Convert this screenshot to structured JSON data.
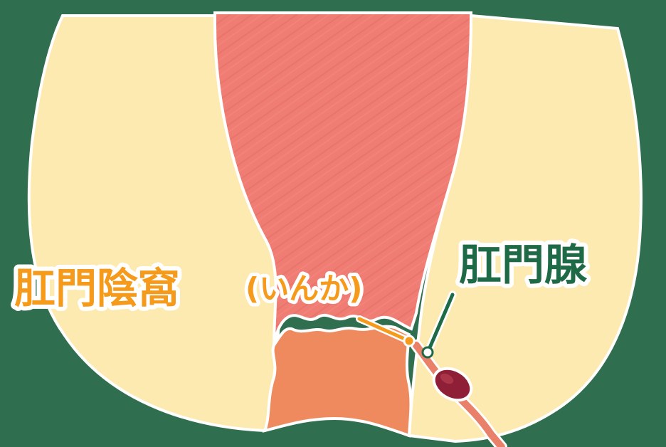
{
  "labels": {
    "anal_crypt": "肛門陰窩",
    "anal_crypt_reading": "(いんか)",
    "anal_gland": "肛門腺"
  },
  "colors": {
    "background": "#2f6e4f",
    "buttock": "#fdeab0",
    "rectum": "#f07d74",
    "anal_canal": "#ef8a5e",
    "gland_duct": "#e9806a",
    "abscess": "#8e1f36",
    "outline": "#ffffff",
    "crypt_label": "#f59a1a",
    "gland_label": "#1f6a46"
  }
}
